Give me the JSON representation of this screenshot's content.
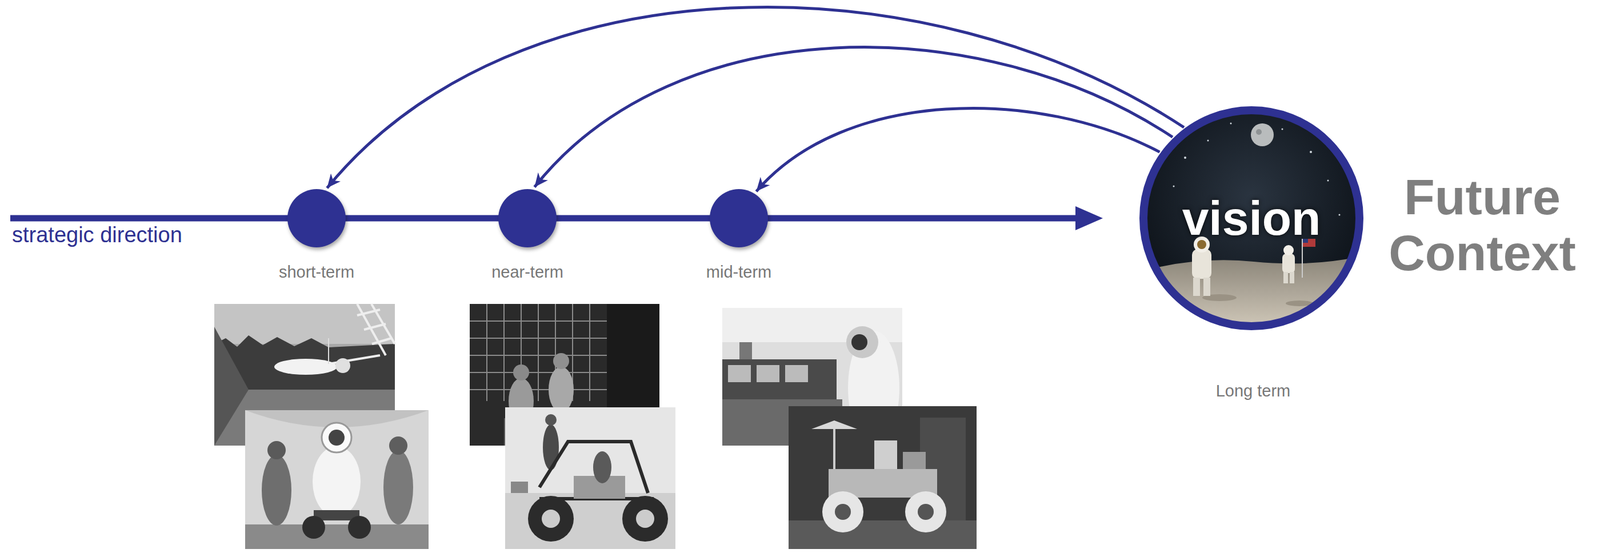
{
  "diagram": {
    "nodes": [
      {
        "text": [
          "short-term"
        ]
      },
      {
        "text": [
          "near-term"
        ]
      },
      {
        "text": [
          "mid-term"
        ]
      },
      {
        "text": [
          "vision"
        ]
      }
    ],
    "edges": [
      {
        "from": 3,
        "to": 0,
        "arrow": "to"
      },
      {
        "from": 3,
        "to": 1,
        "arrow": "to"
      },
      {
        "from": 3,
        "to": 2,
        "arrow": "to"
      }
    ],
    "labels": [
      "strategic direction",
      "Future Context",
      "Long term"
    ]
  }
}
